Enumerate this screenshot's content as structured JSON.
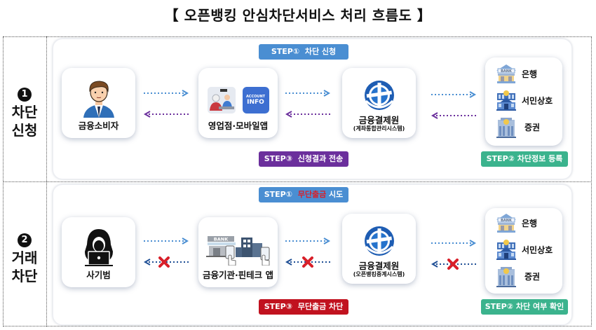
{
  "title": "【 오픈뱅킹 안심차단서비스 처리 흐름도 】",
  "colors": {
    "step_blue": "#4a8ed2",
    "step_purple": "#6b2f9c",
    "step_green": "#3bb38d",
    "step_red": "#c1121f",
    "arrow_forward": "#4a8ed2",
    "arrow_back_purple": "#6b2f9c",
    "arrow_back_blue": "#1f4f95",
    "blocked_x": "#d8202a"
  },
  "rows": [
    {
      "number": "1",
      "label_line1": "차단",
      "label_line2": "신청",
      "step1": {
        "prefix": "STEP①",
        "text": "차단 신청"
      },
      "step2": {
        "prefix": "STEP②",
        "text": "차단정보 등록"
      },
      "step3": {
        "prefix": "STEP③",
        "text": "신청결과 전송"
      },
      "actor": {
        "label": "금융소비자",
        "icon": "consumer-icon"
      },
      "channel": {
        "label": "영업점·모바일앱",
        "icon": "branch-mobile-app-icon",
        "app_icon_text_1": "ACCOUNT",
        "app_icon_text_2": "INFO"
      },
      "hub": {
        "label": "금융결제원",
        "sub": "(계좌통합관리시스템)",
        "icon": "kftc-logo-icon"
      },
      "institutions": [
        {
          "label": "은행",
          "icon": "bank-icon",
          "sign": "BANK"
        },
        {
          "label": "서민상호",
          "icon": "savings-bank-icon"
        },
        {
          "label": "증권",
          "icon": "securities-icon"
        }
      ],
      "back_arrows_blocked": false
    },
    {
      "number": "2",
      "label_line1": "거래",
      "label_line2": "차단",
      "step1": {
        "prefix": "STEP①",
        "highlight": "무단출금",
        "text": "시도"
      },
      "step2": {
        "prefix": "STEP②",
        "text": "차단 여부 확인"
      },
      "step3": {
        "prefix": "STEP③",
        "text": "무단출금 차단"
      },
      "actor": {
        "label": "사기범",
        "icon": "hacker-icon"
      },
      "channel": {
        "label": "금융기관·핀테크 앱",
        "icon": "bank-fintech-app-icon",
        "sign": "BANK"
      },
      "hub": {
        "label": "금융결제원",
        "sub": "(오픈뱅킹중계시스템)",
        "icon": "kftc-logo-icon"
      },
      "institutions": [
        {
          "label": "은행",
          "icon": "bank-icon",
          "sign": "BANK"
        },
        {
          "label": "서민상호",
          "icon": "savings-bank-icon"
        },
        {
          "label": "증권",
          "icon": "securities-icon"
        }
      ],
      "back_arrows_blocked": true
    }
  ]
}
